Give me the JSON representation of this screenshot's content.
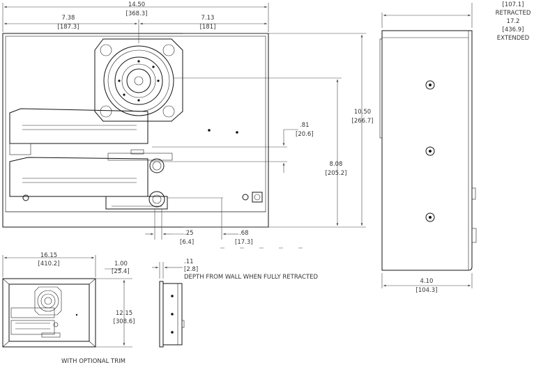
{
  "dimensions": {
    "overall_width": {
      "in": "14.50",
      "mm": "[368.3]"
    },
    "left_width": {
      "in": "7.38",
      "mm": "[187.3]"
    },
    "right_width": {
      "in": "7.13",
      "mm": "[181]"
    },
    "overall_height": {
      "in": "10.50",
      "mm": "[266.7]"
    },
    "center_height": {
      "in": "8.08",
      "mm": "[205.2]"
    },
    "offset_81": {
      "in": ".81",
      "mm": "[20.6]"
    },
    "offset_25": {
      "in": ".25",
      "mm": "[6.4]"
    },
    "offset_68": {
      "in": ".68",
      "mm": "[17.3]"
    },
    "depth_retracted": {
      "mm": "[107.1]",
      "label": "RETRACTED"
    },
    "depth_extended": {
      "in": "17.2",
      "mm": "[436.9]",
      "label": "EXTENDED"
    },
    "side_width": {
      "in": "4.10",
      "mm": "[104.3]"
    },
    "trim_width": {
      "in": "16.15",
      "mm": "[410.2]"
    },
    "trim_margin": {
      "in": "1.00",
      "mm": "[25.4]"
    },
    "trim_height": {
      "in": "12.15",
      "mm": "[308.6]"
    },
    "trim_depth": {
      "in": ".11",
      "mm": "[2.8]",
      "note": "DEPTH FROM WALL WHEN FULLY RETRACTED"
    }
  },
  "caption": "WITH OPTIONAL TRIM",
  "colors": {
    "line": "#111111",
    "dimension": "#444444",
    "text": "#333333"
  }
}
